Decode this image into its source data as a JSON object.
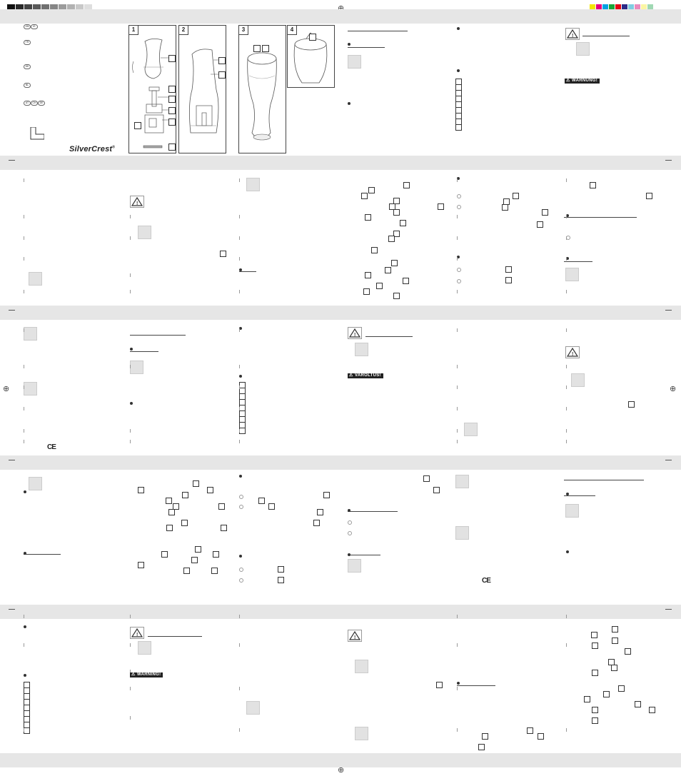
{
  "brand": {
    "name": "SilverCrest",
    "mark": "®"
  },
  "warning_labels": {
    "de": "WARNUNG!",
    "tr": "VAROLTUS!",
    "en": "WARNING!"
  },
  "ce_mark": "CE",
  "figures": [
    "1",
    "2",
    "3",
    "4"
  ],
  "language_badges": [
    [
      "GB",
      "IE"
    ],
    [
      "TR"
    ],
    [
      "DE"
    ],
    [
      "NL"
    ],
    [
      "AT",
      "CH",
      "DE"
    ]
  ],
  "colors": {
    "registration": [
      "#111111",
      "#2a2a2a",
      "#444444",
      "#5a5a5a",
      "#707070",
      "#868686",
      "#9c9c9c",
      "#b2b2b2",
      "#c8c8c8",
      "#dedede"
    ],
    "process": [
      "#f2e600",
      "#e6007e",
      "#00a0e3",
      "#1aa538",
      "#e30613",
      "#2b2a87",
      "#7fcde0",
      "#e98bbd",
      "#fbf5a4",
      "#a0d8b3"
    ]
  }
}
